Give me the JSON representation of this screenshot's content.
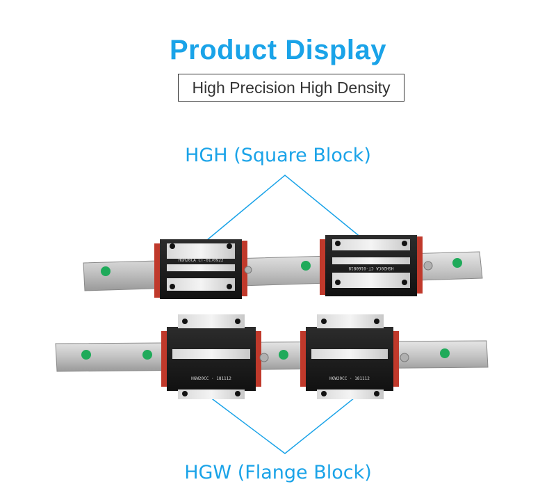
{
  "header": {
    "title": "Product  Display",
    "subtitle": "High Precision  High Density"
  },
  "labels": {
    "top": "HGH (Square Block)",
    "bottom": "HGW (Flange Block)"
  },
  "blocks": {
    "hgh_left_marking": "HGH20CA  CT-0170922",
    "hgh_right_marking": "HGH20CA  CT-0160818",
    "hgw_left_marking": "HGW20CC  ·  181112",
    "hgw_right_marking": "HGW20CC  ·  181112"
  },
  "colors": {
    "accent": "#1aa3e8",
    "block_body": "#1c1c1c",
    "end_seal": "#c0392b",
    "rail": "#c9c9c9",
    "rail_cap": "#1faa5a"
  }
}
